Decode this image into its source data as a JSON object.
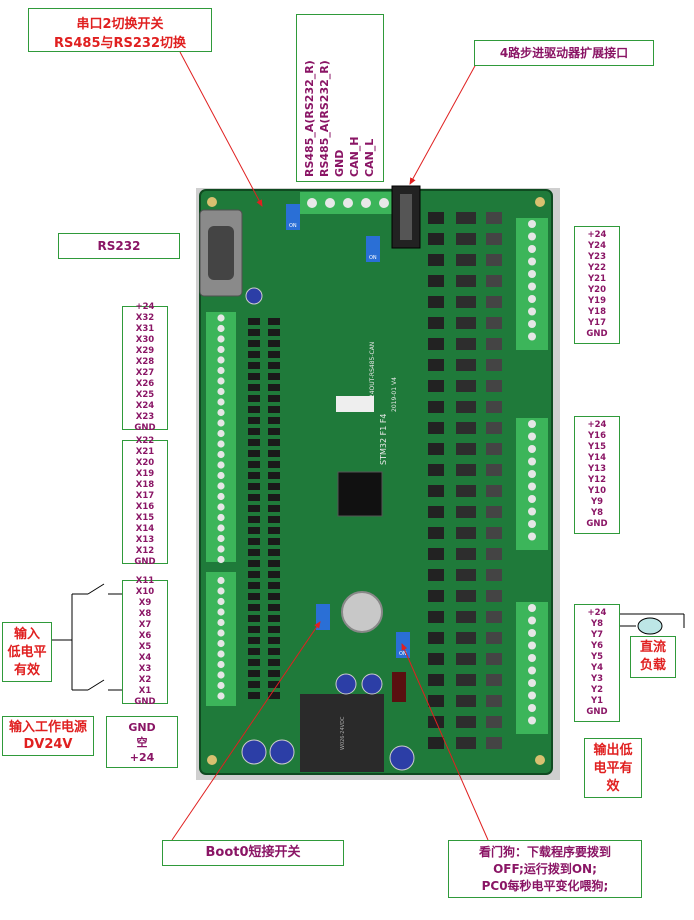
{
  "callouts": {
    "serial_switch": {
      "line1": "串口2切换开关",
      "line2": "RS485与RS232切换"
    },
    "stepper_port": "4路步进驱动器扩展接口",
    "can_rs485": [
      "RS485_A(RS232_R)",
      "RS485_A(RS232_R)",
      "GND",
      "CAN_H",
      "CAN_L"
    ],
    "rs232": "RS232",
    "input_low": [
      "输入",
      "低电平",
      "有效"
    ],
    "input_power": [
      "输入工作电源",
      "DV24V"
    ],
    "power_pins": [
      "GND",
      "空",
      "+24"
    ],
    "boot0": "Boot0短接开关",
    "watchdog": [
      "看门狗：下载程序要拨到",
      "OFF;运行拨到ON;",
      "PC0每秒电平变化喂狗;"
    ],
    "dc_load": [
      "直流",
      "负载"
    ],
    "output_low": [
      "输出低",
      "电平有",
      "效"
    ]
  },
  "pin_groups": {
    "x_upper": [
      "+24",
      "X32",
      "X31",
      "X30",
      "X29",
      "X28",
      "X27",
      "X26",
      "X25",
      "X24",
      "X23",
      "GND"
    ],
    "x_middle": [
      "X22",
      "X21",
      "X20",
      "X19",
      "X18",
      "X17",
      "X16",
      "X15",
      "X14",
      "X13",
      "X12",
      "GND"
    ],
    "x_lower": [
      "X11",
      "X10",
      "X9",
      "X8",
      "X7",
      "X6",
      "X5",
      "X4",
      "X3",
      "X2",
      "X1",
      "GND"
    ],
    "y_upper": [
      "+24",
      "Y24",
      "Y23",
      "Y22",
      "Y21",
      "Y20",
      "Y19",
      "Y18",
      "Y17",
      "GND"
    ],
    "y_middle": [
      "+24",
      "Y16",
      "Y15",
      "Y14",
      "Y13",
      "Y12",
      "Y10",
      "Y9",
      "Y8",
      "GND"
    ],
    "y_lower": [
      "+24",
      "Y8",
      "Y7",
      "Y6",
      "Y5",
      "Y4",
      "Y3",
      "Y2",
      "Y1",
      "GND"
    ]
  },
  "board": {
    "silkscreen": "STM32 F1 F4",
    "silk_small": "32IN24OUT-RS485-CAN",
    "version": "2019-01 V4",
    "switch_label": "ON",
    "relay_text": "W026-24VDC",
    "colors": {
      "pcb": "#1f7a3a",
      "pcb_dark": "#16602c",
      "terminal": "#3cb55a",
      "callout_text": "#8a1565",
      "red_text": "#e02020",
      "border": "#2f9a3a",
      "arrow": "#e02020"
    }
  }
}
